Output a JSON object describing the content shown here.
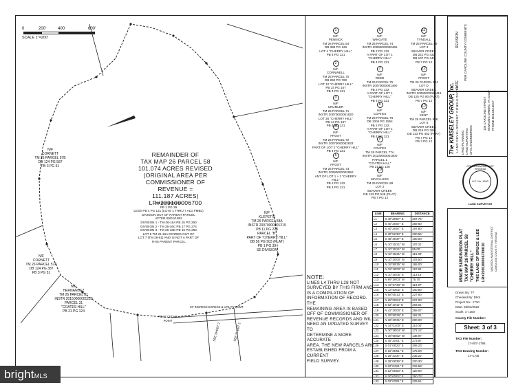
{
  "scale": {
    "ticks": [
      "0",
      "200'",
      "400'",
      "600'"
    ],
    "caption": "SCALE 1\"=200'"
  },
  "map": {
    "remainder": {
      "lines": [
        "REMAINDER OF",
        "TAX MAP 26 PARCEL 58",
        "101.074 ACRES REVISED",
        "(ORIGINAL AREA PER",
        "COMMISSIONER OF REVENUE =",
        "111.187 ACRES)",
        "LR#209100006700"
      ]
    },
    "parcel_stack": {
      "lines": [
        "TM 26 PARCEL 58",
        "PB 1 PG 39",
        "LESS PB 4 PG 121 (LOTS 1 THRU 7 ALD FMBL)",
        "DIVISION OUT OF PARENT PARCEL",
        "AFTER 09/01/1982",
        "DIVISION 1 - TM-26-16A PB 15 PG 260",
        "DIVISION 2 - TM 26-16C PB 17 PG 274",
        "DIVISION 3 - TM 26-16D PB 15 PG 260",
        "LOT 6 TM 26-16A DIVIDED OUT OF",
        "LOT 7 (TM 26-61) AND IS NOT A PART OF",
        "THIS PARENT PARCEL"
      ]
    },
    "left_owners": [
      {
        "lines": [
          "N/F",
          "CORNETT",
          "TM 26 PARCEL 57B",
          "DB 124 PG 587",
          "PB 3 PG 51"
        ]
      },
      {
        "lines": [
          "N/F",
          "CORNETT",
          "TM 26 PARCEL 57A",
          "DB 124 PG 387",
          "PB 3 PG 51"
        ]
      },
      {
        "lines": [
          "N/F",
          "HERNANDEZ",
          "TM 26 PARCEL 81",
          "INSTR 20150000001210",
          "PARCEL 31",
          "\"COATES HILL\"",
          "PB 21 PG 124"
        ]
      }
    ],
    "right_owner": {
      "lines": [
        "N/F",
        "KLEPETIS",
        "TM 26 PARCEL 58A",
        "INSTR 20070000001219",
        "PB 11 PG 228",
        "PARCEL \"B\"",
        "PART OF \"CHERRY HILL\"",
        "DB 56 PG 503 (PLAT)",
        "PB 1 PG 39",
        "SE DIVISION"
      ]
    },
    "bottom_labels": [
      "20' INGRESS-EGRESS & UTILITY ESMT",
      "PB 97 CEDAR POINT",
      "SEE SHEET 2",
      "SEE SHEET 2"
    ]
  },
  "owners": [
    {
      "num": "1",
      "lines": [
        "N/F",
        "PENNICK",
        "TM 26 PARCEL 64",
        "DB 388 PG 126",
        "LOT 4 \"CHERRY HILL\"",
        "PB 4 PG 121"
      ]
    },
    {
      "num": "2",
      "lines": [
        "N/F",
        "CORNWELL",
        "TM 26 PARCEL 70",
        "DB 250 PG 760",
        "LOT 12 \"CHERRY HILL\"",
        "PB 14 PG 107",
        "PB 4 PG 121"
      ]
    },
    {
      "num": "3",
      "lines": [
        "N/F",
        "CRUMLER",
        "TM 26 PARCEL 71",
        "INSTR 20070000001820",
        "LOT 26 \"CHERRY HILL\"",
        "PB 14 PG 107",
        "PB 4 PG 121"
      ]
    },
    {
      "num": "4",
      "lines": [
        "N/F",
        "FROST",
        "TM 26 PARCEL 72",
        "INSTR 20070000002833",
        "PART OF LOT 2 \"CHERRY HILL\"",
        "PB 4 PG 121"
      ]
    },
    {
      "num": "5",
      "lines": [
        "N/F",
        "FROST",
        "TM 26 PARCEL 73",
        "INSTR 20090000002650",
        "ANT OF LOT 1 + 2 \"CHERRY HILL\"",
        "PB 2 PG 132",
        "PB 4 PG 121"
      ]
    },
    {
      "num": "6",
      "lines": [
        "N/F",
        "WINGATE",
        "TM 26 PARCEL 74",
        "INSTR 20090000000455",
        "PB 2 PG 132",
        "A PART OF LOT 1",
        "\"CHERRY HILL\"",
        "PB 4 PG 121"
      ]
    },
    {
      "num": "7",
      "lines": [
        "N/F",
        "REED",
        "TM 26 PARCEL 75",
        "INSTR 20070000001490",
        "PB 2 PG 132",
        "A PART OF LOT 1",
        "\"CHERRY HILL\"",
        "PB 4 PG 121"
      ]
    },
    {
      "num": "8",
      "lines": [
        "N/F",
        "COATES",
        "TM 26 PARCEL 76",
        "DB 1004 PG 1554",
        "PB 2 PG 132",
        "A PART OF LOT 1",
        "\"CHERRY HILL\"",
        "PB 4 PG 121"
      ]
    },
    {
      "num": "9",
      "lines": [
        "N/F",
        "COATES",
        "TM 26 PARCEL 77A",
        "INSTR 20130000001000",
        "PARCEL 1",
        "\"COATES HILL\"",
        "PB 21 PG 128"
      ]
    },
    {
      "num": "10",
      "lines": [
        "N/F",
        "MACALUSO",
        "TM 26 PARCEL 89",
        "LOT 2",
        "BEAVER CREEK",
        "DB 123 PG 548 (PLAT)",
        "PB 7 PG 12"
      ]
    },
    {
      "num": "11",
      "lines": [
        "N/F",
        "TYNDALL",
        "TM 26 PARCEL 90",
        "LOT 3",
        "BEAVER CREEK",
        "DB 221 PG 432",
        "DB 107 PG 440",
        "PB 7 PG 12"
      ]
    },
    {
      "num": "12",
      "lines": [
        "N/F",
        "FROST",
        "TM 26 PARCEL 90J",
        "LOT D",
        "BEAVER CREEK",
        "INSTR 20090000000416",
        "DB 125 PG 80 (PLAT)",
        "PB 7 PG 12"
      ]
    },
    {
      "num": "13",
      "lines": [
        "N/F",
        "KENT",
        "TM 26 PARCEL 93K",
        "LOT 5",
        "BEAVER CREEK",
        "DB 219 PG 368",
        "DB 123 PG 452 (PLAT)",
        "PB 7 PG 12",
        "PB 7 PG 12"
      ]
    }
  ],
  "note": {
    "heading": "NOTE:",
    "lines": [
      "LINES L4 THRU L28 NOT",
      "SURVEYED BY THIS FIRM AND",
      "IS A COMPILATION OF",
      "INFORMATION OF RECORD. THE",
      "REMAINING AREA IS BASED",
      "OFF OF COMMISSIONER OF",
      "REVENUE RECORDS AND WILL",
      "NEED AN UPDATED SURVEY TO",
      "DETERMINE A MORE ACCURATE",
      "AREA. THE NEW PARCELS ARE",
      "ESTABLISHED FROM A CURRENT",
      "FIELD SURVEY."
    ]
  },
  "line_table": {
    "headers": [
      "LINE",
      "BEARING",
      "DISTANCE"
    ],
    "rows": [
      [
        "L1",
        "S 40°26'57\" E",
        "207.75'"
      ],
      [
        "L2",
        "S 40°26'57\" E",
        "259.60'"
      ],
      [
        "L3",
        "S 40°26'57\" E",
        "197.80'"
      ],
      [
        "L4",
        "S 30°52'33\" E",
        "200.55'"
      ],
      [
        "L5",
        "S 45°46'37\" E",
        "100.00'"
      ],
      [
        "L6",
        "N 10°15'21\" W",
        "107.21'"
      ],
      [
        "L7",
        "N 10°15'21\" W",
        "95.00'"
      ],
      [
        "L8",
        "N 10°15'21\" W",
        "115.00'"
      ],
      [
        "L9",
        "N 10°30'00\" W",
        "103.50'"
      ],
      [
        "L10",
        "N 19°59'35\" W",
        "165.00'"
      ],
      [
        "L11",
        "N 33°18'00\" W",
        "157.81'"
      ],
      [
        "L12",
        "N 10°35'05\" E",
        "113.15'"
      ],
      [
        "L13",
        "N 89°29'03\" W",
        "75.70'"
      ],
      [
        "L14",
        "N 19°57'30\" W",
        "119.97'"
      ],
      [
        "L15",
        "N 13°53'02\" E",
        "100.93'"
      ],
      [
        "L16",
        "N 58°05'13\" E",
        "227.80'"
      ],
      [
        "L17",
        "N 28°06'54\" E",
        "227.00'"
      ],
      [
        "L18",
        "S 02°10'11\" E",
        "203.01'"
      ],
      [
        "L19",
        "N 42°20'00\" E",
        "259.07'"
      ],
      [
        "L20",
        "N 39°50'26\" E",
        "162.21'"
      ],
      [
        "L21",
        "N 36°40'31\" E",
        "200.00'"
      ],
      [
        "L22",
        "N 34°01'00\" E",
        "110.00'"
      ],
      [
        "L23",
        "N 30°38'04\" W",
        "171.12'"
      ],
      [
        "L24",
        "N 38°05'52\" W",
        "138.97'"
      ],
      [
        "L25",
        "S 45°20'01\" E",
        "273.97'"
      ],
      [
        "L26",
        "S 01°08'23\" E",
        "306.23'"
      ],
      [
        "L27",
        "S 15°25'51\" E",
        "175.00'"
      ],
      [
        "L28",
        "S 28°43'37\" E",
        "235.22'"
      ],
      [
        "L29",
        "S 38°08'39\" E",
        "220.30'"
      ],
      [
        "L30",
        "S 02°04'21\" E",
        "315.58'"
      ],
      [
        "L31",
        "S 12°06'53\" E",
        "120.00'"
      ],
      [
        "L32",
        "S 20°00'02\" E",
        "250.73'"
      ],
      [
        "L33",
        "S 02°03'01\" E",
        "229.51'"
      ]
    ]
  },
  "title_block": {
    "revision_header": [
      "DATE",
      "REVISION"
    ],
    "revision_note": "PER CAROLINE COUNTY COMMENTS",
    "firm_name": "The KNISELEY GROUP, Inc.",
    "firm_tag": "LAND DEVELOPMENT CONSULTANTS",
    "firm_services": [
      "LAND PLANNING",
      "LAND SURVEYING",
      "CIVIL ENGINEERING"
    ],
    "firm_address": [
      "106 CAROLINE STREET",
      "BOWLING GREEN, VA 22427",
      "PHONE 804.633.5017"
    ],
    "seal_text": "COMMONWEALTH OF VIRGINIA",
    "seal_name": "LIC. No. 1630",
    "seal_tag": "LAND SURVEYOR",
    "project_title": [
      "MINOR SUBDIVISION PLAT",
      "TAX MAP 26 PARCEL 58",
      "\"CHERRY HILL\"",
      "THE LAND OF BRUCE & LEE",
      "LR#209100006700010"
    ],
    "project_sub": [
      "MADISON MAGISTERIAL DISTRICT",
      "CAROLINE COUNTY, VIRGINIA"
    ],
    "info": [
      {
        "k": "Drawn By:",
        "v": "TF"
      },
      {
        "k": "Checked By:",
        "v": "DHS"
      },
      {
        "k": "Project No.:",
        "v": "1710"
      },
      {
        "k": "Date:",
        "v": "03/01/2022"
      },
      {
        "k": "Scale:",
        "v": "1\"=200'"
      }
    ],
    "county_file": "County File Number:",
    "sheet_label": "Sheet:",
    "sheet_value": "3 of 3",
    "file_number_label": "TKG File Number:",
    "file_number": "17-007-1786",
    "drawing_number_label": "TKG Drawing Number:",
    "drawing_number": "17-C-05"
  },
  "watermark": {
    "brand": "bright",
    "suffix": "MLS"
  }
}
